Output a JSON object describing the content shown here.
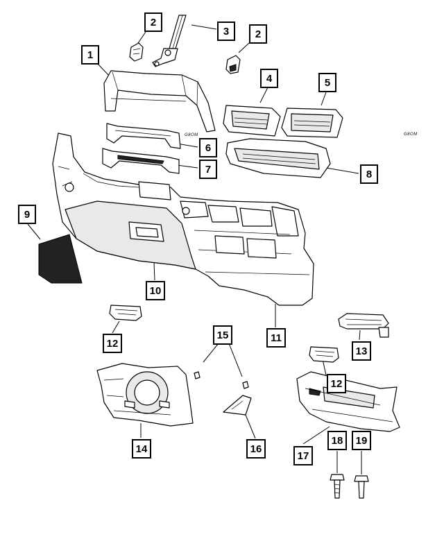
{
  "callouts": [
    {
      "id": "c1",
      "label": "1"
    },
    {
      "id": "c2a",
      "label": "2"
    },
    {
      "id": "c2b",
      "label": "2"
    },
    {
      "id": "c3",
      "label": "3"
    },
    {
      "id": "c4",
      "label": "4"
    },
    {
      "id": "c5",
      "label": "5"
    },
    {
      "id": "c6",
      "label": "6"
    },
    {
      "id": "c7",
      "label": "7"
    },
    {
      "id": "c8",
      "label": "8"
    },
    {
      "id": "c9",
      "label": "9"
    },
    {
      "id": "c10",
      "label": "10"
    },
    {
      "id": "c11",
      "label": "11"
    },
    {
      "id": "c12a",
      "label": "12"
    },
    {
      "id": "c12b",
      "label": "12"
    },
    {
      "id": "c13",
      "label": "13"
    },
    {
      "id": "c14",
      "label": "14"
    },
    {
      "id": "c15",
      "label": "15"
    },
    {
      "id": "c16",
      "label": "16"
    },
    {
      "id": "c17",
      "label": "17"
    },
    {
      "id": "c18",
      "label": "18"
    },
    {
      "id": "c19",
      "label": "19"
    }
  ],
  "marks": {
    "left": "G8OM",
    "right": "G8OM"
  }
}
